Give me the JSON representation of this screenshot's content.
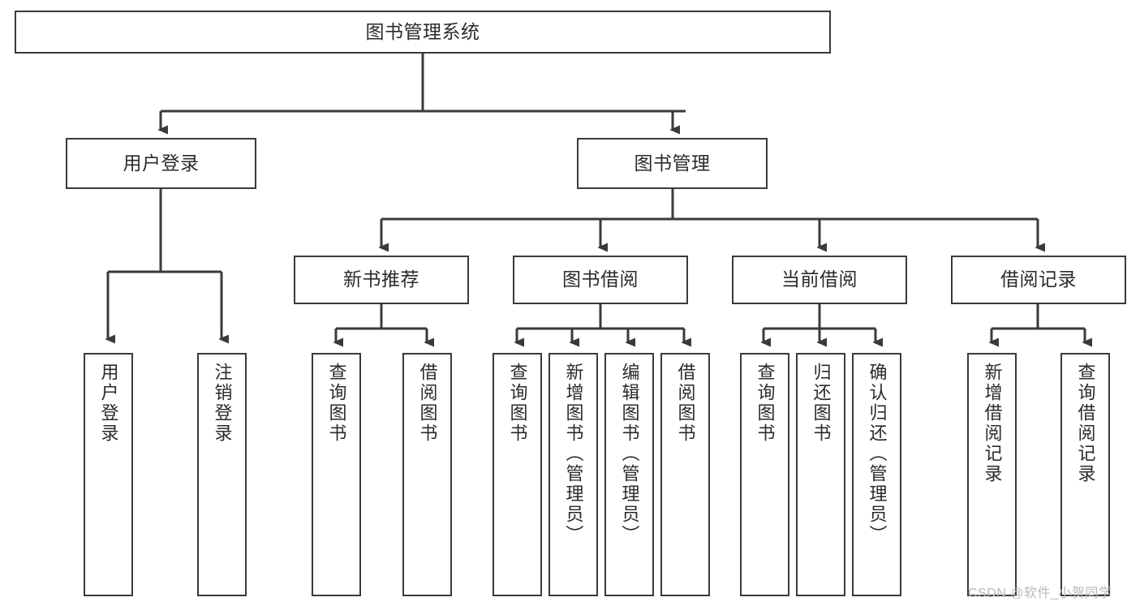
{
  "diagram": {
    "type": "tree",
    "title": "图书管理系统",
    "levels": {
      "root": {
        "label": "图书管理系统"
      },
      "level2": [
        {
          "id": "user-login",
          "label": "用户登录"
        },
        {
          "id": "book-management",
          "label": "图书管理"
        }
      ],
      "level3": [
        {
          "id": "new-book-recommend",
          "label": "新书推荐",
          "parent": "book-management"
        },
        {
          "id": "book-borrow",
          "label": "图书借阅",
          "parent": "book-management"
        },
        {
          "id": "current-borrow",
          "label": "当前借阅",
          "parent": "book-management"
        },
        {
          "id": "borrow-record",
          "label": "借阅记录",
          "parent": "book-management"
        }
      ],
      "leaves": [
        {
          "id": "leaf-user-login",
          "label": "用户登录",
          "parent": "user-login"
        },
        {
          "id": "leaf-logout-login",
          "label": "注销登录",
          "parent": "user-login"
        },
        {
          "id": "leaf-query-book-1",
          "label": "查询图书",
          "parent": "new-book-recommend"
        },
        {
          "id": "leaf-borrow-book-1",
          "label": "借阅图书",
          "parent": "new-book-recommend"
        },
        {
          "id": "leaf-query-book-2",
          "label": "查询图书",
          "parent": "book-borrow"
        },
        {
          "id": "leaf-add-book",
          "label": "新增图书（管理员）",
          "parent": "book-borrow"
        },
        {
          "id": "leaf-edit-book",
          "label": "编辑图书（管理员）",
          "parent": "book-borrow"
        },
        {
          "id": "leaf-borrow-book-2",
          "label": "借阅图书",
          "parent": "book-borrow"
        },
        {
          "id": "leaf-query-book-3",
          "label": "查询图书",
          "parent": "current-borrow"
        },
        {
          "id": "leaf-return-book",
          "label": "归还图书",
          "parent": "current-borrow"
        },
        {
          "id": "leaf-confirm-return",
          "label": "确认归还（管理员）",
          "parent": "current-borrow"
        },
        {
          "id": "leaf-add-record",
          "label": "新增借阅记录",
          "parent": "borrow-record"
        },
        {
          "id": "leaf-query-record",
          "label": "查询借阅记录",
          "parent": "borrow-record"
        }
      ]
    },
    "colors": {
      "stroke": "#3a3a3a",
      "fill": "#ffffff",
      "text": "#2b2b2b",
      "watermark": "#b9b9b9"
    }
  },
  "watermark": {
    "text": "CSDN @软件_小贺同学"
  }
}
